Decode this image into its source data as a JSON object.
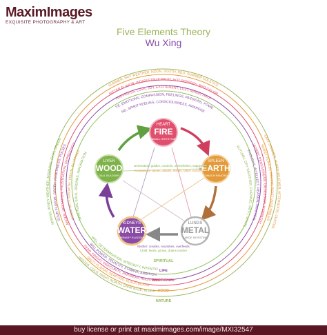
{
  "watermark": {
    "logo": "MaximImages",
    "tagline": "EXQUISITE PHOTOGRAPHY & ART"
  },
  "header": {
    "title": "Five Elements Theory",
    "subtitle": "Wu Xing"
  },
  "elements": {
    "fire": {
      "organ": "HEART",
      "name": "FIRE",
      "pair": "SMALL INTESTINE",
      "color": "#e0506e"
    },
    "earth": {
      "organ": "SPLEEN",
      "name": "EARTH",
      "pair": "STOMACH PANCREAS",
      "color": "#e39a3a"
    },
    "metal": {
      "organ": "LUNGS",
      "name": "METAL",
      "pair": "LARGE INTESTINE",
      "color": "#a9a9a9"
    },
    "water": {
      "organ": "KIDNEYS",
      "name": "WATER",
      "pair": "URINARY BLADDER",
      "color": "#8a4ba6"
    },
    "wood": {
      "organ": "LIVER",
      "name": "WOOD",
      "pair": "GALL BLADDER",
      "color": "#7fb24a"
    }
  },
  "center_legend": {
    "top_line1": "Generation: guides, controls, overwhelms, suppresses",
    "top_line2": "Acceptance: tames, abides, insults, takes control over",
    "bottom_line1": "Mother: creates, nourishes, overfeeds",
    "bottom_line2": "Child: feeds, grows, drains mother"
  },
  "levels": [
    "SPIRITUAL",
    "LIFE",
    "EMOTIONAL",
    "FOOD",
    "NATURE"
  ],
  "ring_colors": [
    "#8fbf5a",
    "#e39a3a",
    "#e0506e",
    "#8a4ba6",
    "#9ab35a"
  ],
  "ring_texts": {
    "top": [
      "SUMMER, HOT WEATHER, NOON, SOUTH, RED, SUMMER SOLSTICE",
      "BITTER FLAVOR, INDIGESTIBLE FRUIT, HOT PEPPERS, RED COLOR",
      "HAPPINESS, LOVE, JOY, EXCITEMENT, LUST, MANIA, HATE",
      "LOVE, EMOTIONS, COMPASSION, FEELINGS, PASSIONS, POWER",
      "MIND, SPIRIT FEELING, CONSCIOUSNESS, AWARENESS"
    ],
    "left": [
      "SPRING, WINDY WEATHER, MORNING, EAST, GREEN",
      "SOUR FLAVOR, GREEN VEGETABLES, PULSES",
      "ANGER, IRRITATION, FRUSTRATION, DEPRESSION",
      "CREATIVITY, GROWTH, VISION, PLANNING",
      "SPIRITUAL SOUL, DREAMS, IMAGINATION"
    ],
    "bottom": [
      "WINTER, COLD, NIGHT, NORTH, DARK BLUE, BLACK",
      "SALTY FLAVOR, SEAFOOD, BLACK BEANS",
      "FEAR, FRIGHT, INSECURITY, PARANOIA, ADDICTION",
      "WILL POWER, TENACITY, STAMINA, AMBITION",
      "WILL, DETERMINATION, INTEGRITY, INTENTION"
    ],
    "right": [
      "LATE SUMMER, HUMID WEATHER, AFTERNOON, CENTER",
      "SWEET FLAVOR, GRAINS, ROOT VEGETABLES",
      "WORRY, PENSIVENESS, OBSESSION, SYMPATHY",
      "THOUGHT, INTELLECT, REASON, ANALYSIS",
      "AUTUMN, DRY WEATHER, EVENING, WEST, WHITE"
    ]
  },
  "footer": {
    "text": "buy license or print at maximimages.com/image/MXI32547"
  }
}
